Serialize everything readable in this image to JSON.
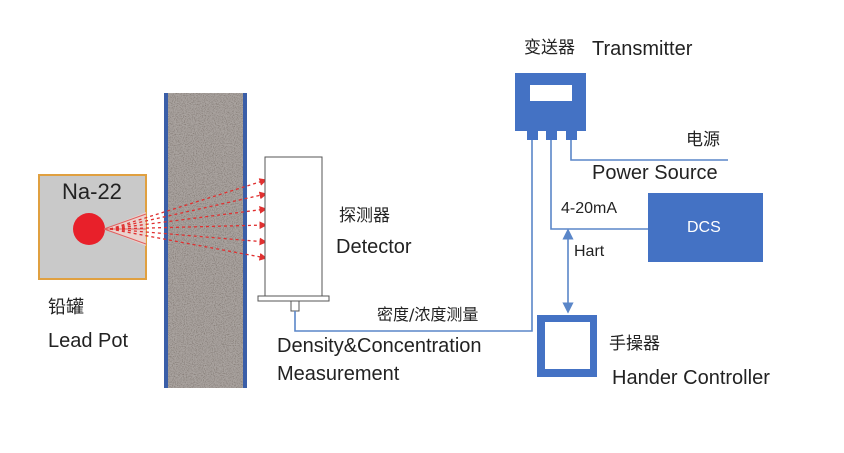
{
  "source": {
    "isotope": "Na-22"
  },
  "lead_pot": {
    "label_cn": "铅罐",
    "label_en": "Lead Pot"
  },
  "detector": {
    "label_cn": "探测器",
    "label_en": "Detector"
  },
  "transmitter": {
    "label_cn": "变送器",
    "label_en": "Transmitter"
  },
  "power_source": {
    "label_cn": "电源",
    "label_en": "Power Source"
  },
  "signal": {
    "current": "4-20mA",
    "protocol": "Hart"
  },
  "dcs": {
    "label": "DCS"
  },
  "measurement": {
    "label_cn": "密度/浓度测量",
    "label_en_line1": "Density&Concentration",
    "label_en_line2": "Measurement"
  },
  "hand_controller": {
    "label_cn": "手操器",
    "label_en": "Hander Controller"
  },
  "colors": {
    "blue": "#4472c4",
    "pot_gray": "#c9c9c9",
    "pot_border": "#e0a040",
    "source_red": "#e8202a",
    "beam_red": "#e03030",
    "wall_blue": "#3a5ea8",
    "line_blue": "#5a86c8"
  }
}
